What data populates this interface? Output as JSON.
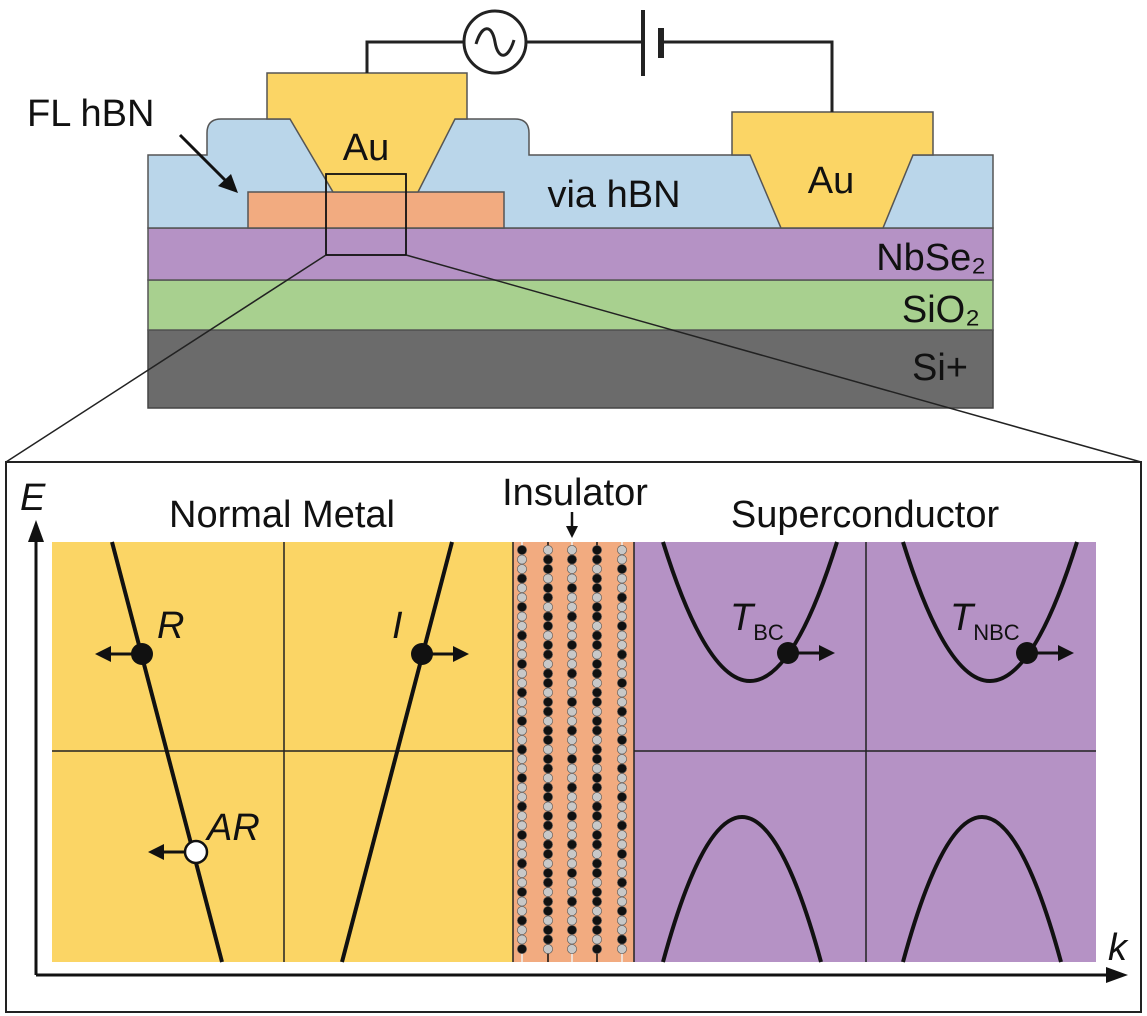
{
  "device": {
    "labels": {
      "fl_hbn": "FL hBN",
      "au_left": "Au",
      "au_right": "Au",
      "via_hbn": "via hBN",
      "nbse2": "NbSe₂",
      "sio2": "SiO₂",
      "si": "Si+"
    },
    "colors": {
      "au": "#fbd565",
      "hbn": "#bad6ea",
      "flake": "#f2ab80",
      "nbse2": "#b592c5",
      "sio2": "#a8d08f",
      "si": "#6b6b6b"
    },
    "circuit": {
      "source_icon": "ac-source-icon",
      "battery_icon": "battery-icon"
    }
  },
  "band_diagram": {
    "axis": {
      "y_label": "E",
      "x_label": "k"
    },
    "regions": {
      "normal_metal": "Normal Metal",
      "insulator": "Insulator",
      "superconductor": "Superconductor"
    },
    "markers": {
      "R": "R",
      "I": "I",
      "AR": "AR",
      "T_BC_main": "T",
      "T_BC_sub": "BC",
      "T_NBC_main": "T",
      "T_NBC_sub": "NBC"
    },
    "colors": {
      "metal": "#fbd565",
      "insulator": "#f2ab80",
      "superconductor": "#b592c5",
      "atom_dark": "#111111",
      "atom_light": "#c8c8c8"
    }
  }
}
